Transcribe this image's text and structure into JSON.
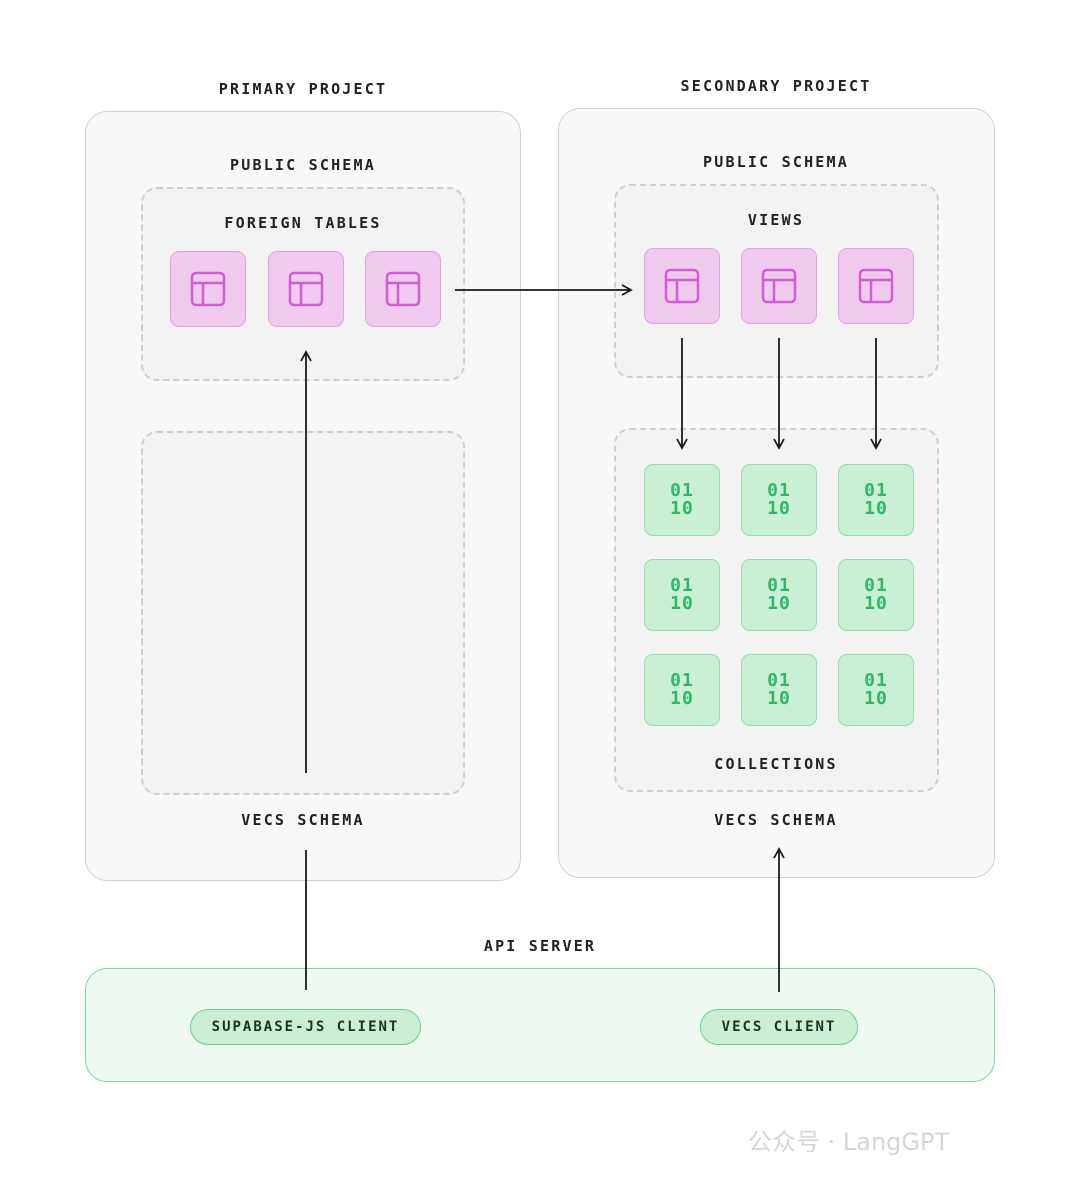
{
  "primary": {
    "title": "PRIMARY PROJECT",
    "public_schema": "PUBLIC SCHEMA",
    "foreign_tables": "FOREIGN TABLES",
    "vecs_schema": "VECS SCHEMA"
  },
  "secondary": {
    "title": "SECONDARY PROJECT",
    "public_schema": "PUBLIC SCHEMA",
    "views": "VIEWS",
    "collections": "COLLECTIONS",
    "vecs_schema": "VECS SCHEMA",
    "binary_glyph_top": "01",
    "binary_glyph_bottom": "10"
  },
  "api": {
    "title": "API SERVER",
    "supabase_client": "SUPABASE-JS CLIENT",
    "vecs_client": "VECS CLIENT"
  },
  "watermark": "公众号 · LangGPT",
  "colors": {
    "table_tile": "#f0c9ee",
    "table_icon": "#cf5fd0",
    "collection_tile": "#c9efd5",
    "collection_glyph": "#2fb868",
    "api_border": "#7ed9a0"
  },
  "icons": {
    "table": "table-icon",
    "collection": "binary-icon"
  }
}
